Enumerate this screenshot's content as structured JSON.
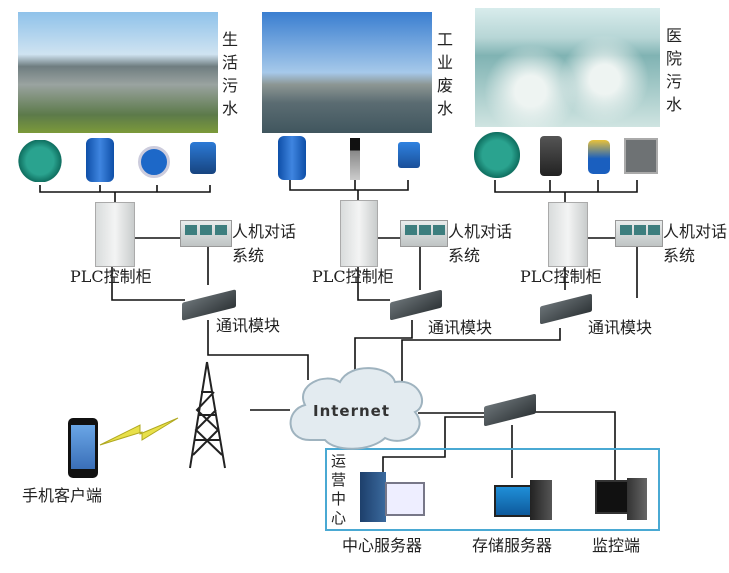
{
  "sources": [
    {
      "label": "生活污水",
      "equipment": [
        "blower",
        "pump",
        "flowmeter",
        "meter"
      ]
    },
    {
      "label": "工业废水",
      "equipment": [
        "pump",
        "sensor",
        "meter"
      ]
    },
    {
      "label": "医院污水",
      "equipment": [
        "blower",
        "submersible-pump",
        "dosing-pump",
        "analyzer"
      ]
    }
  ],
  "plc_label": "PLC控制柜",
  "hmi_label": "人机对话系统",
  "comm_label": "通讯模块",
  "internet_label": "Internet",
  "mobile_label": "手机客户端",
  "ops_center_label": "运营中心",
  "servers": [
    {
      "label": "中心服务器"
    },
    {
      "label": "存储服务器"
    },
    {
      "label": "监控端"
    }
  ],
  "colors": {
    "line": "#111111",
    "box": "#4aa9d3",
    "cloud": "#dfe7ec",
    "teal": "#1f8b7e",
    "pump_blue": "#1a5fbf"
  }
}
